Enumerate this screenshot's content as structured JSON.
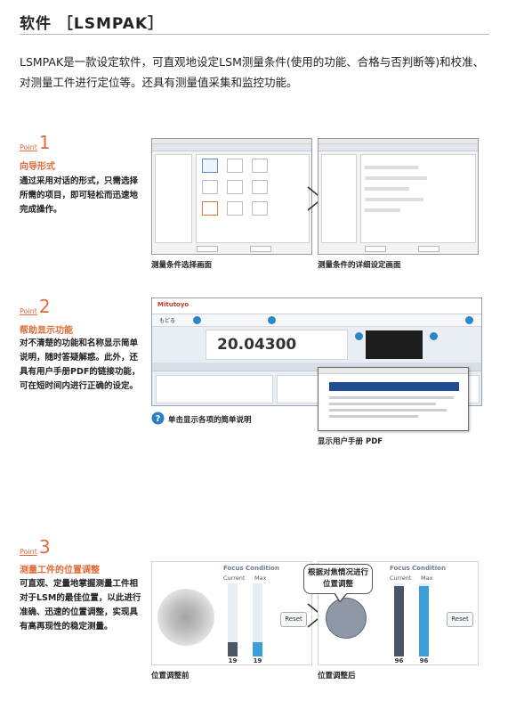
{
  "header": {
    "title": "软件 ［LSMPAK］",
    "intro": "LSMPAK是一款设定软件，可直观地设定LSM测量条件(使用的功能、合格与否判断等)和校准、对测量工件进行定位等。还具有测量值采集和监控功能。"
  },
  "points": [
    {
      "label": "Point",
      "number": "1",
      "title": "向导形式",
      "description": "通过采用对话的形式，只需选择所需的项目，即可轻松而迅速地完成操作。",
      "captions": [
        "测量条件选择画面",
        "测量条件的详细设定画面"
      ]
    },
    {
      "label": "Point",
      "number": "2",
      "title": "帮助显示功能",
      "description": "对不清楚的功能和名称显示简单说明，随时答疑解惑。此外，还具有用户手册PDF的链接功能，可在短时间内进行正确的设定。",
      "captions": [
        "单击显示各项的简单说明",
        "显示用户手册 PDF"
      ]
    },
    {
      "label": "Point",
      "number": "3",
      "title": "测量工件的位置调整",
      "description": "可直观、定量地掌握测量工件相对于LSM的最佳位置，以此进行准确、迅速的位置调整，实现具有高再现性的稳定测量。",
      "captions": [
        "位置调整前",
        "位置调整后"
      ]
    }
  ],
  "app_screen": {
    "logo": "Mitutoyo",
    "readout": "20.04300",
    "back_label": "もどる"
  },
  "focus": {
    "heading": "Focus Condition",
    "current_label": "Current",
    "max_label": "Max",
    "reset_label": "Reset",
    "before": {
      "current": 19,
      "max": 19
    },
    "after": {
      "current": 96,
      "max": 96
    },
    "callout": "根据对焦情况进行位置调整"
  },
  "colors": {
    "accent": "#e06a3a",
    "gauge_current": "#4a5565",
    "gauge_max": "#3a9fd8"
  },
  "icons": {
    "help": "question-circle-icon",
    "arrow": "chevron-right-icon"
  }
}
